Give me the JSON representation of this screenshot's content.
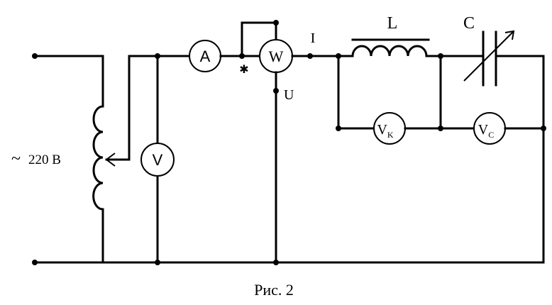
{
  "source": {
    "label": "220 В",
    "symbol": "~"
  },
  "meters": {
    "ammeter": "A",
    "wattmeter": "W",
    "voltmeter_source": "V",
    "voltmeter_coil": "V",
    "voltmeter_coil_sub": "K",
    "voltmeter_cap": "V",
    "voltmeter_cap_sub": "C"
  },
  "labels": {
    "current": "I",
    "voltage": "U",
    "inductor": "L",
    "capacitor": "C",
    "marker": "✱"
  },
  "caption": "Рис. 2"
}
